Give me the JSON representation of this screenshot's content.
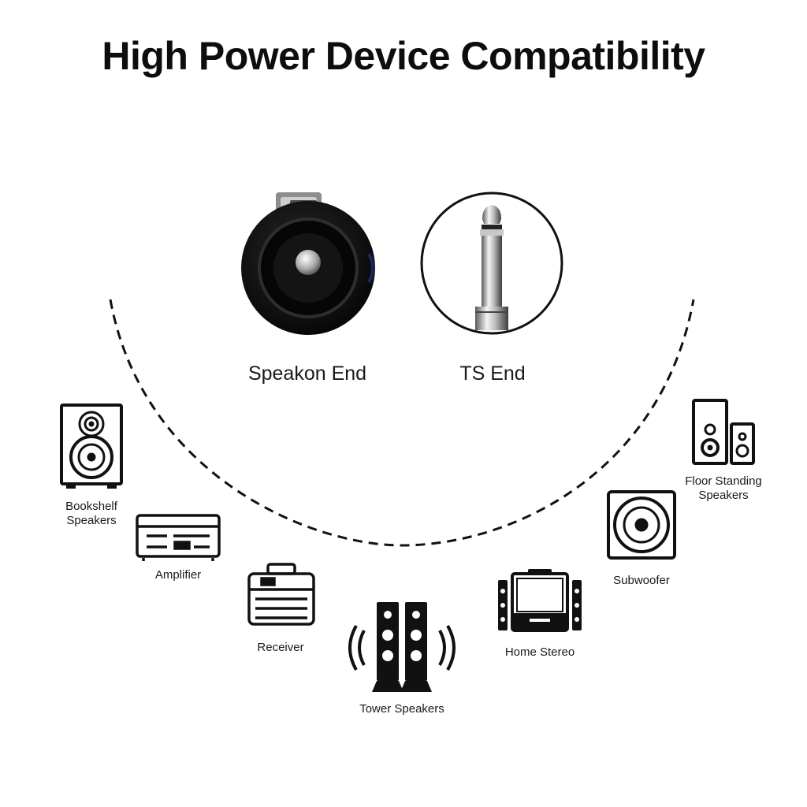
{
  "title": "High Power Device Compatibility",
  "connectors": {
    "speakon_label": "Speakon End",
    "ts_label": "TS End"
  },
  "devices": {
    "bookshelf": {
      "label_line1": "Bookshelf",
      "label_line2": "Speakers",
      "icon": "bookshelf-speaker-icon"
    },
    "amplifier": {
      "label": "Amplifier",
      "icon": "amplifier-icon"
    },
    "receiver": {
      "label": "Receiver",
      "icon": "receiver-icon"
    },
    "tower": {
      "label": "Tower Speakers",
      "icon": "tower-speakers-icon"
    },
    "home_stereo": {
      "label": "Home Stereo",
      "icon": "home-stereo-icon"
    },
    "subwoofer": {
      "label": "Subwoofer",
      "icon": "subwoofer-icon"
    },
    "floor_standing": {
      "label_line1": "Floor Standing",
      "label_line2": "Speakers",
      "icon": "floor-standing-speakers-icon"
    }
  }
}
